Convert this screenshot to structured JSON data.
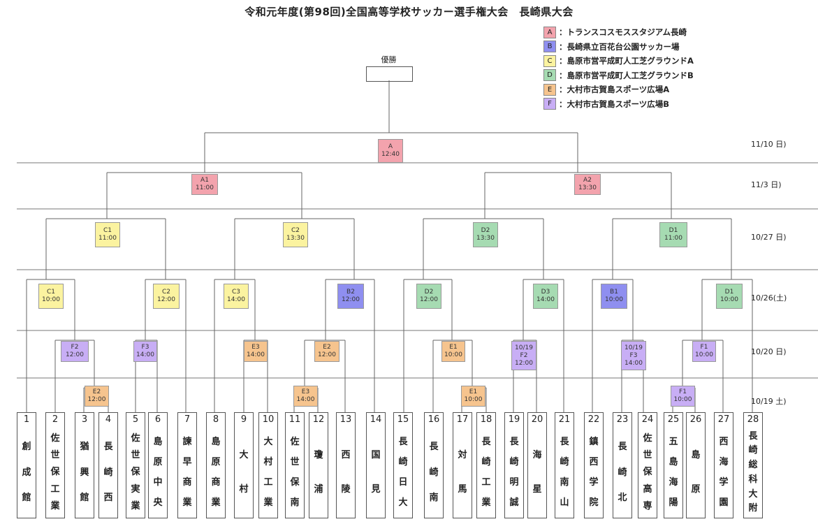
{
  "title": "令和元年度(第98回)全国高等学校サッカー選手権大会　長崎県大会",
  "winner_label": "優勝",
  "colors": {
    "A": "#f3a3ad",
    "B": "#8f8ff0",
    "C": "#fbf3a0",
    "D": "#a6dbb2",
    "E": "#f6c48e",
    "F": "#c8aef5",
    "line": "#666666"
  },
  "legend": [
    {
      "code": "A",
      "text": "：トランスコスモススタジアム長崎"
    },
    {
      "code": "B",
      "text": "：長崎県立百花台公園サッカー場"
    },
    {
      "code": "C",
      "text": "：島原市営平成町人工芝グラウンドA"
    },
    {
      "code": "D",
      "text": "：島原市営平成町人工芝グラウンドB"
    },
    {
      "code": "E",
      "text": "：大村市古賀島スポーツ広場A"
    },
    {
      "code": "F",
      "text": "：大村市古賀島スポーツ広場B"
    }
  ],
  "dates": [
    "11/10 日)",
    "11/3 日)",
    "10/27 日)",
    "10/26(土)",
    "10/20 日)",
    "10/19 土)"
  ],
  "teams": [
    {
      "num": "1",
      "name": "創成館"
    },
    {
      "num": "2",
      "name": "佐世保工業"
    },
    {
      "num": "3",
      "name": "猶興館"
    },
    {
      "num": "4",
      "name": "長崎西"
    },
    {
      "num": "5",
      "name": "佐世保実業"
    },
    {
      "num": "6",
      "name": "島原中央"
    },
    {
      "num": "7",
      "name": "諫早商業"
    },
    {
      "num": "8",
      "name": "島原商業"
    },
    {
      "num": "9",
      "name": "大村"
    },
    {
      "num": "10",
      "name": "大村工業"
    },
    {
      "num": "11",
      "name": "佐世保南"
    },
    {
      "num": "12",
      "name": "瓊浦"
    },
    {
      "num": "13",
      "name": "西陵"
    },
    {
      "num": "14",
      "name": "国見"
    },
    {
      "num": "15",
      "name": "長崎日大"
    },
    {
      "num": "16",
      "name": "長崎南"
    },
    {
      "num": "17",
      "name": "対馬"
    },
    {
      "num": "18",
      "name": "長崎工業"
    },
    {
      "num": "19",
      "name": "長崎明誠"
    },
    {
      "num": "20",
      "name": "海星"
    },
    {
      "num": "21",
      "name": "長崎南山"
    },
    {
      "num": "22",
      "name": "鎮西学院"
    },
    {
      "num": "23",
      "name": "長崎北"
    },
    {
      "num": "24",
      "name": "佐世保高専"
    },
    {
      "num": "25",
      "name": "五島海陽"
    },
    {
      "num": "26",
      "name": "島原"
    },
    {
      "num": "27",
      "name": "西海学園"
    },
    {
      "num": "28",
      "name": "長崎総科大附"
    }
  ],
  "matches": [
    {
      "id": "m1",
      "label": "E2",
      "time": "12:00",
      "venue": "E"
    },
    {
      "id": "m2",
      "label": "E3",
      "time": "14:00",
      "venue": "E"
    },
    {
      "id": "m3",
      "label": "E1",
      "time": "10:00",
      "venue": "E"
    },
    {
      "id": "m4",
      "label": "F1",
      "time": "10:00",
      "venue": "F"
    },
    {
      "id": "m5",
      "label": "F2",
      "time": "12:00",
      "venue": "F"
    },
    {
      "id": "m6",
      "label": "F3",
      "time": "14:00",
      "venue": "F"
    },
    {
      "id": "m7",
      "label": "E3",
      "time": "14:00",
      "venue": "E"
    },
    {
      "id": "m8",
      "label": "E2",
      "time": "12:00",
      "venue": "E"
    },
    {
      "id": "m9",
      "label": "E1",
      "time": "10:00",
      "venue": "E"
    },
    {
      "id": "m10",
      "label": "10/19 F2",
      "time": "12:00",
      "venue": "F"
    },
    {
      "id": "m11",
      "label": "10/19 F3",
      "time": "14:00",
      "venue": "F"
    },
    {
      "id": "m12",
      "label": "F1",
      "time": "10:00",
      "venue": "F"
    },
    {
      "id": "m13",
      "label": "C1",
      "time": "10:00",
      "venue": "C"
    },
    {
      "id": "m14",
      "label": "C2",
      "time": "12:00",
      "venue": "C"
    },
    {
      "id": "m15",
      "label": "C3",
      "time": "14:00",
      "venue": "C"
    },
    {
      "id": "m16",
      "label": "B2",
      "time": "12:00",
      "venue": "B"
    },
    {
      "id": "m17",
      "label": "D2",
      "time": "12:00",
      "venue": "D"
    },
    {
      "id": "m18",
      "label": "D3",
      "time": "14:00",
      "venue": "D"
    },
    {
      "id": "m19",
      "label": "B1",
      "time": "10:00",
      "venue": "B"
    },
    {
      "id": "m20",
      "label": "D1",
      "time": "10:00",
      "venue": "D"
    },
    {
      "id": "m21",
      "label": "C1",
      "time": "11:00",
      "venue": "C"
    },
    {
      "id": "m22",
      "label": "C2",
      "time": "13:30",
      "venue": "C"
    },
    {
      "id": "m23",
      "label": "D2",
      "time": "13:30",
      "venue": "D"
    },
    {
      "id": "m24",
      "label": "D1",
      "time": "11:00",
      "venue": "D"
    },
    {
      "id": "m25",
      "label": "A1",
      "time": "11:00",
      "venue": "A"
    },
    {
      "id": "m26",
      "label": "A2",
      "time": "13:30",
      "venue": "A"
    },
    {
      "id": "m27",
      "label": "A",
      "time": "12:40",
      "venue": "A"
    }
  ]
}
